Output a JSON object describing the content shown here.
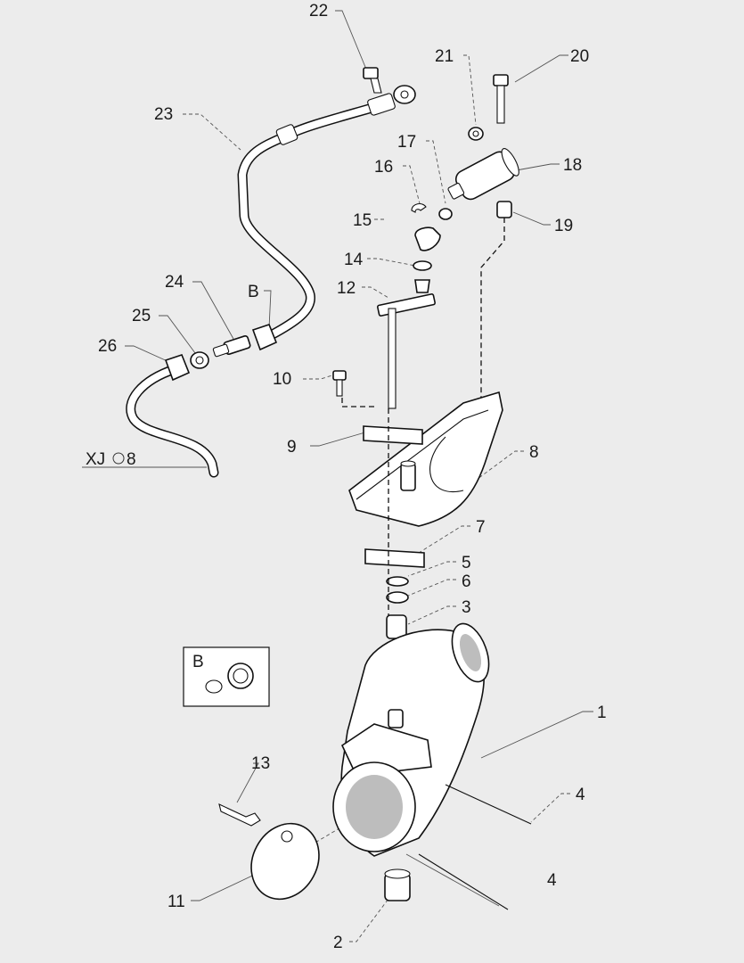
{
  "callouts": [
    {
      "id": "c22",
      "text": "22"
    },
    {
      "id": "c21",
      "text": "21"
    },
    {
      "id": "c20",
      "text": "20"
    },
    {
      "id": "c23",
      "text": "23"
    },
    {
      "id": "c17",
      "text": "17"
    },
    {
      "id": "c18",
      "text": "18"
    },
    {
      "id": "c16",
      "text": "16"
    },
    {
      "id": "c15",
      "text": "15"
    },
    {
      "id": "c19",
      "text": "19"
    },
    {
      "id": "c14",
      "text": "14"
    },
    {
      "id": "c24",
      "text": "24"
    },
    {
      "id": "cB",
      "text": "B"
    },
    {
      "id": "c12",
      "text": "12"
    },
    {
      "id": "c25",
      "text": "25"
    },
    {
      "id": "c26",
      "text": "26"
    },
    {
      "id": "c10",
      "text": "10"
    },
    {
      "id": "c9",
      "text": "9"
    },
    {
      "id": "c8",
      "text": "8"
    },
    {
      "id": "c7",
      "text": "7"
    },
    {
      "id": "c5",
      "text": "5"
    },
    {
      "id": "c6",
      "text": "6"
    },
    {
      "id": "c3",
      "text": "3"
    },
    {
      "id": "c1",
      "text": "1"
    },
    {
      "id": "c13",
      "text": "13"
    },
    {
      "id": "c4a",
      "text": "4"
    },
    {
      "id": "c4b",
      "text": "4"
    },
    {
      "id": "c11",
      "text": "11"
    },
    {
      "id": "c2",
      "text": "2"
    }
  ],
  "reference": {
    "prefix": "XJ",
    "number": "8"
  },
  "detail_box": {
    "label": "B"
  }
}
